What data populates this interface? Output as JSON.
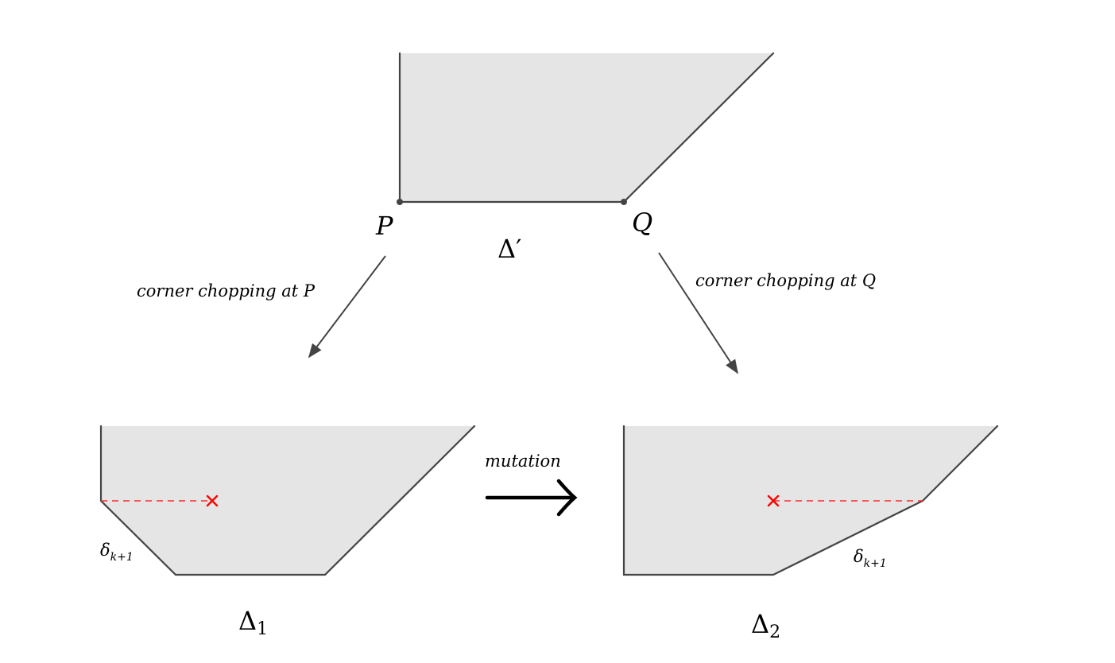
{
  "colors": {
    "fill": "#e5e5e5",
    "edge": "#444444",
    "marker": "#ff0000"
  },
  "top_polygon": {
    "label": "Δ′",
    "vertex_p": "P",
    "vertex_q": "Q"
  },
  "left_arrow": {
    "label": "corner chopping at P"
  },
  "right_arrow": {
    "label": "corner chopping at Q"
  },
  "bottom_left": {
    "label_main": "Δ",
    "label_sub": "1",
    "edge_label_main": "δ",
    "edge_label_sub": "k+1"
  },
  "bottom_right": {
    "label_main": "Δ",
    "label_sub": "2",
    "edge_label_main": "δ",
    "edge_label_sub": "k+1"
  },
  "mutation": {
    "label": "mutation"
  }
}
